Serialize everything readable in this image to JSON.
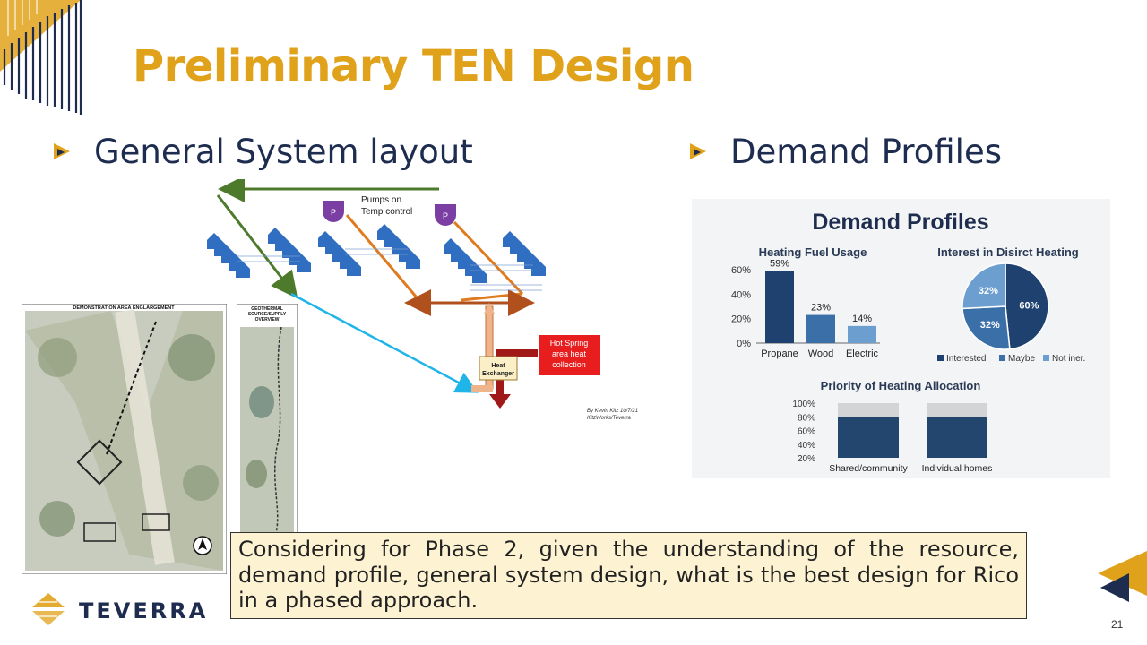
{
  "slide": {
    "title": "Preliminary TEN Design",
    "left_heading": "General System layout",
    "right_heading": "Demand Profiles",
    "callout_text": "Considering for Phase 2, given the understanding of the resource, demand profile, general system design, what is the best design for Rico in a phased approach.",
    "logo_text": "TEVERRA",
    "page_number": "21",
    "colors": {
      "title": "#E0A21A",
      "heading": "#1E2D4F",
      "accent": "#E0A21A",
      "navy": "#1E2D4F",
      "callout_bg": "#FDF3D2"
    }
  },
  "system_diagram": {
    "pumps_label_1": "Pumps on",
    "pumps_label_2": "Temp control",
    "pump_symbol": "P",
    "hot_spring_1": "Hot Spring",
    "hot_spring_2": "area heat",
    "hot_spring_3": "collection",
    "heat_exchanger_1": "Heat",
    "heat_exchanger_2": "Exchanger",
    "author_1": "By Kevin Kitz     10/7/21",
    "author_2": "KitzWorks/Teverra"
  },
  "maps": {
    "map1_title": "DEMONSTRATION AREA ENGLARGEMENT",
    "map2_title_1": "GEOTHERMAL",
    "map2_title_2": "SOURCE/SUPPLY",
    "map2_title_3": "OVERVIEW"
  },
  "demand_profiles": {
    "panel_title": "Demand Profiles",
    "fuel_chart": {
      "title": "Heating Fuel Usage",
      "y_ticks": [
        "60%",
        "40%",
        "20%",
        "0%"
      ],
      "categories": [
        "Propane",
        "Wood",
        "Electric"
      ],
      "values": [
        59,
        23,
        14
      ],
      "value_labels": [
        "59%",
        "23%",
        "14%"
      ]
    },
    "interest_chart": {
      "title": "Interest in Disirct Heating",
      "slices": [
        {
          "label": "60%",
          "value": 60,
          "color": "#1E4170"
        },
        {
          "label": "32%",
          "value": 32,
          "color": "#3A6FA8"
        },
        {
          "label": "32%",
          "value": 32,
          "color": "#6C9ED0"
        }
      ],
      "legend": [
        "Interested",
        "Maybe",
        "Not iner."
      ]
    },
    "priority_chart": {
      "title": "Priority of Heating Allocation",
      "y_ticks": [
        "100%",
        "80%",
        "60%",
        "40%",
        "20%"
      ],
      "categories": [
        "Shared/community",
        "Individual homes"
      ],
      "values": [
        80,
        80
      ],
      "total": [
        100,
        100
      ]
    }
  },
  "chart_data": [
    {
      "type": "bar",
      "title": "Heating Fuel Usage",
      "categories": [
        "Propane",
        "Wood",
        "Electric"
      ],
      "values": [
        59,
        23,
        14
      ],
      "ylim": [
        0,
        60
      ]
    },
    {
      "type": "pie",
      "title": "Interest in Disirct Heating",
      "categories": [
        "Interested",
        "Maybe",
        "Not iner."
      ],
      "values": [
        60,
        32,
        32
      ]
    },
    {
      "type": "bar",
      "title": "Priority of Heating Allocation",
      "categories": [
        "Shared/community",
        "Individual homes"
      ],
      "values": [
        80,
        80
      ],
      "ylim": [
        20,
        100
      ]
    }
  ]
}
